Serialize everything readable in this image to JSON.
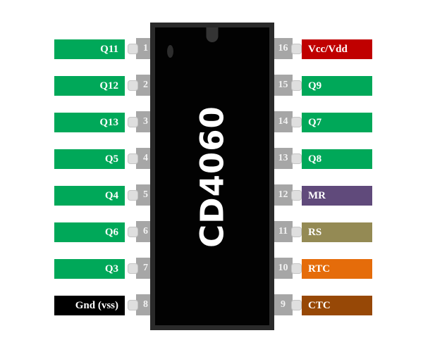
{
  "chip": {
    "label": "CD4060",
    "body_color": "#020202",
    "border_color": "#2a2a2a",
    "notch_color": "#343434",
    "label_color": "#ffffff"
  },
  "pins": {
    "left": [
      {
        "number": "1",
        "label": "Q11",
        "color": "#00a859"
      },
      {
        "number": "2",
        "label": "Q12",
        "color": "#00a859"
      },
      {
        "number": "3",
        "label": "Q13",
        "color": "#00a859"
      },
      {
        "number": "4",
        "label": "Q5",
        "color": "#00a859"
      },
      {
        "number": "5",
        "label": "Q4",
        "color": "#00a859"
      },
      {
        "number": "6",
        "label": "Q6",
        "color": "#00a859"
      },
      {
        "number": "7",
        "label": "Q3",
        "color": "#00a859"
      },
      {
        "number": "8",
        "label": "Gnd (vss)",
        "color": "#000000"
      }
    ],
    "right": [
      {
        "number": "16",
        "label": "Vcc/Vdd",
        "color": "#c00000"
      },
      {
        "number": "15",
        "label": "Q9",
        "color": "#00a859"
      },
      {
        "number": "14",
        "label": "Q7",
        "color": "#00a859"
      },
      {
        "number": "13",
        "label": "Q8",
        "color": "#00a859"
      },
      {
        "number": "12",
        "label": "MR",
        "color": "#604a7b"
      },
      {
        "number": "11",
        "label": "RS",
        "color": "#948a54"
      },
      {
        "number": "10",
        "label": "RTC",
        "color": "#e56c0a"
      },
      {
        "number": "9",
        "label": "CTC",
        "color": "#974806"
      }
    ]
  },
  "colors": {
    "pin_pad": "#a6a6a6",
    "pin_pad_text": "#f2f2f2",
    "pin_stub": "#dfdfdf",
    "label_text": "#ffffff",
    "background": "#ffffff"
  }
}
